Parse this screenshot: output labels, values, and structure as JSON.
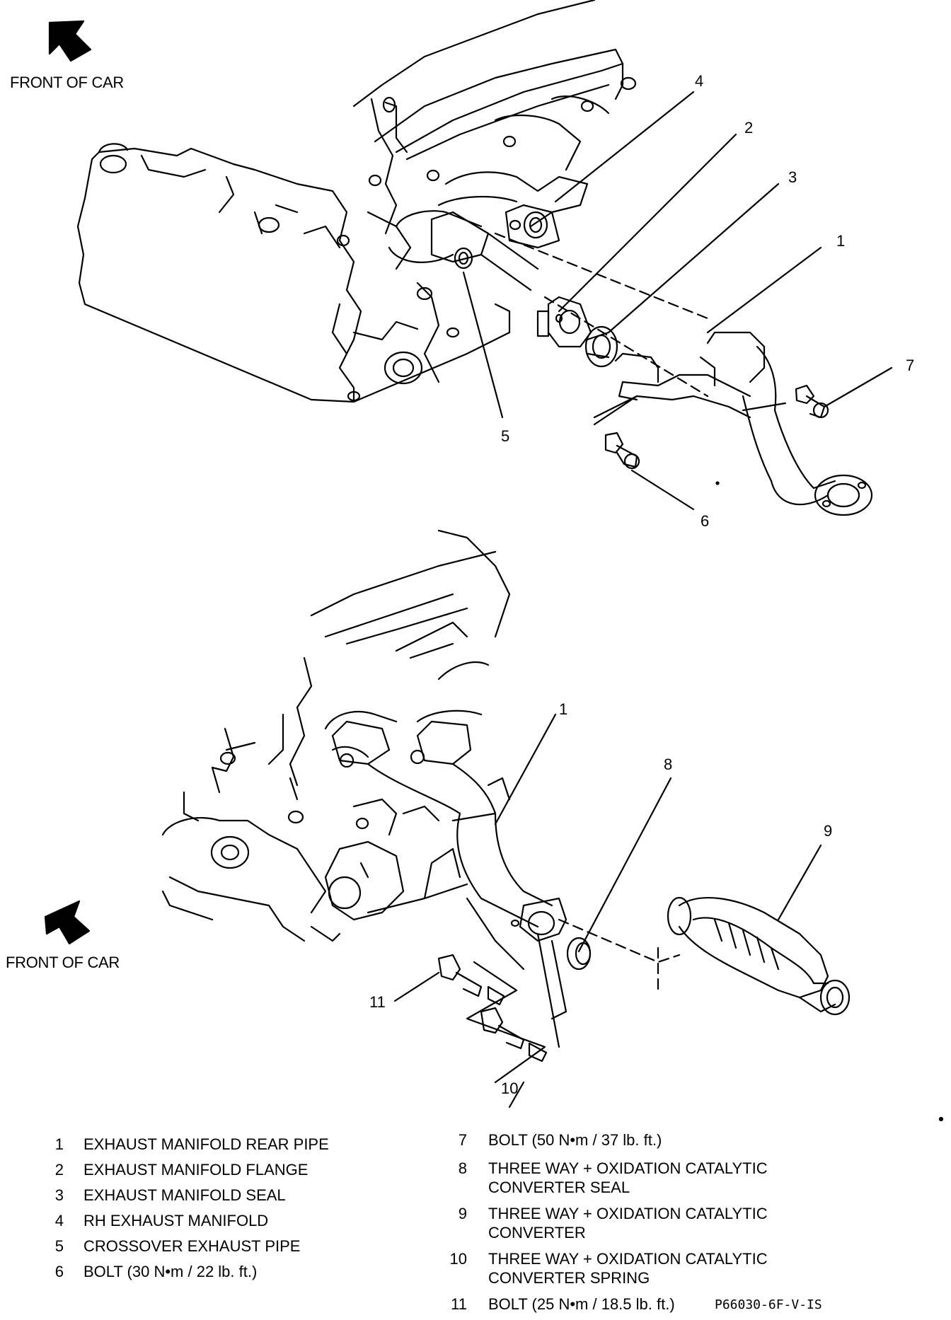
{
  "orientation_label_top": "FRONT OF CAR",
  "orientation_label_bottom": "FRONT OF CAR",
  "callouts_top": [
    "4",
    "2",
    "3",
    "1",
    "7",
    "5",
    "6"
  ],
  "callouts_bottom": [
    "1",
    "8",
    "9",
    "11",
    "10"
  ],
  "legend_left": [
    {
      "num": "1",
      "text": "EXHAUST MANIFOLD REAR PIPE"
    },
    {
      "num": "2",
      "text": "EXHAUST MANIFOLD FLANGE"
    },
    {
      "num": "3",
      "text": "EXHAUST MANIFOLD SEAL"
    },
    {
      "num": "4",
      "text": "RH EXHAUST MANIFOLD"
    },
    {
      "num": "5",
      "text": "CROSSOVER EXHAUST PIPE"
    },
    {
      "num": "6",
      "text": "BOLT (30 N•m / 22 lb. ft.)"
    }
  ],
  "legend_right": [
    {
      "num": "7",
      "text": "BOLT (50 N•m / 37 lb. ft.)"
    },
    {
      "num": "8",
      "text": "THREE WAY + OXIDATION CATALYTIC\nCONVERTER SEAL"
    },
    {
      "num": "9",
      "text": "THREE WAY + OXIDATION CATALYTIC\n CONVERTER"
    },
    {
      "num": "10",
      "text": "THREE WAY + OXIDATION CATALYTIC\n CONVERTER SPRING"
    },
    {
      "num": "11",
      "text": "BOLT (25 N•m / 18.5 lb. ft.)"
    }
  ],
  "figure_code": "P66030-6F-V-IS"
}
